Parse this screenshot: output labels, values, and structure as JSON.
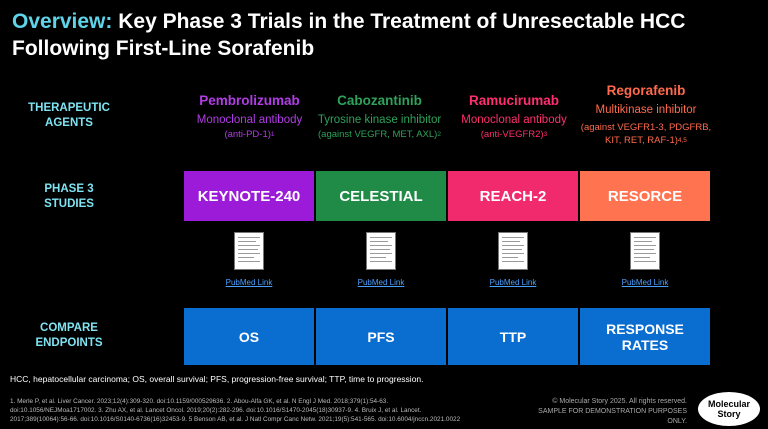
{
  "title": {
    "highlight": "Overview:",
    "line1_rest": " Key Phase 3 Trials in the Treatment of Unresectable HCC",
    "line2": "Following First-Line Sorafenib"
  },
  "row_labels": {
    "agents": [
      "THERAPEUTIC",
      "AGENTS"
    ],
    "studies": [
      "PHASE 3",
      "STUDIES"
    ],
    "endpoints": [
      "COMPARE",
      "ENDPOINTS"
    ]
  },
  "agents": [
    {
      "name": "Pembrolizumab",
      "class": "Monoclonal antibody",
      "target": "(anti-PD-1)",
      "ref": "1",
      "color": "#b23ce8"
    },
    {
      "name": "Cabozantinib",
      "class": "Tyrosine kinase inhibitor",
      "target": "(against VEGFR, MET, AXL)",
      "ref": "2",
      "color": "#2ea25a"
    },
    {
      "name": "Ramucirumab",
      "class": "Monoclonal antibody",
      "target": "(anti-VEGFR2)",
      "ref": "3",
      "color": "#ff2e6e"
    },
    {
      "name": "Regorafenib",
      "class": "Multikinase inhibitor",
      "target_line1": "(against VEGFR1-3, PDGFRB,",
      "target_line2": "KIT, RET, RAF-1)",
      "ref": "4,5",
      "color": "#ff6a4d"
    }
  ],
  "studies": [
    {
      "label": "KEYNOTE-240",
      "color": "#9b1bd8"
    },
    {
      "label": "CELESTIAL",
      "color": "#1f8b47"
    },
    {
      "label": "REACH-2",
      "color": "#f02a6c"
    },
    {
      "label": "RESORCE",
      "color": "#ff7350"
    }
  ],
  "pubmed_link": "PubMed Link",
  "endpoints": [
    {
      "line1": "OS",
      "line2": ""
    },
    {
      "line1": "PFS",
      "line2": ""
    },
    {
      "line1": "TTP",
      "line2": ""
    },
    {
      "line1": "RESPONSE",
      "line2": "RATES"
    }
  ],
  "abbreviations": "HCC, hepatocellular carcinoma; OS, overall survival; PFS, progression-free survival; TTP, time to progression.",
  "references": [
    "1. Merle P, et al. Liver Cancer. 2023;12(4):309-320. doi:10.1159/000529636. 2. Abou-Alfa GK, et al. N Engl J Med. 2018;379(1):54-63.",
    "doi:10.1056/NEJMoa1717002. 3. Zhu AX, et al. Lancet Oncol. 2019;20(2):282-296. doi:10.1016/S1470-2045(18)30937-9. 4. Bruix J, et al. Lancet.",
    "2017;389(10064):56-66. doi:10.1016/S0140-6736(16)32453-9. 5 Benson AB, et al. J Natl Compr Canc Netw. 2021;19(5):541-565. doi:10.6004/jnccn.2021.0022"
  ],
  "copyright": "© Molecular Story 2025. All rights reserved.",
  "sample_note": "SAMPLE FOR DEMONSTRATION PURPOSES ONLY.",
  "logo": {
    "line1": "Molecular",
    "line2": "Story"
  }
}
